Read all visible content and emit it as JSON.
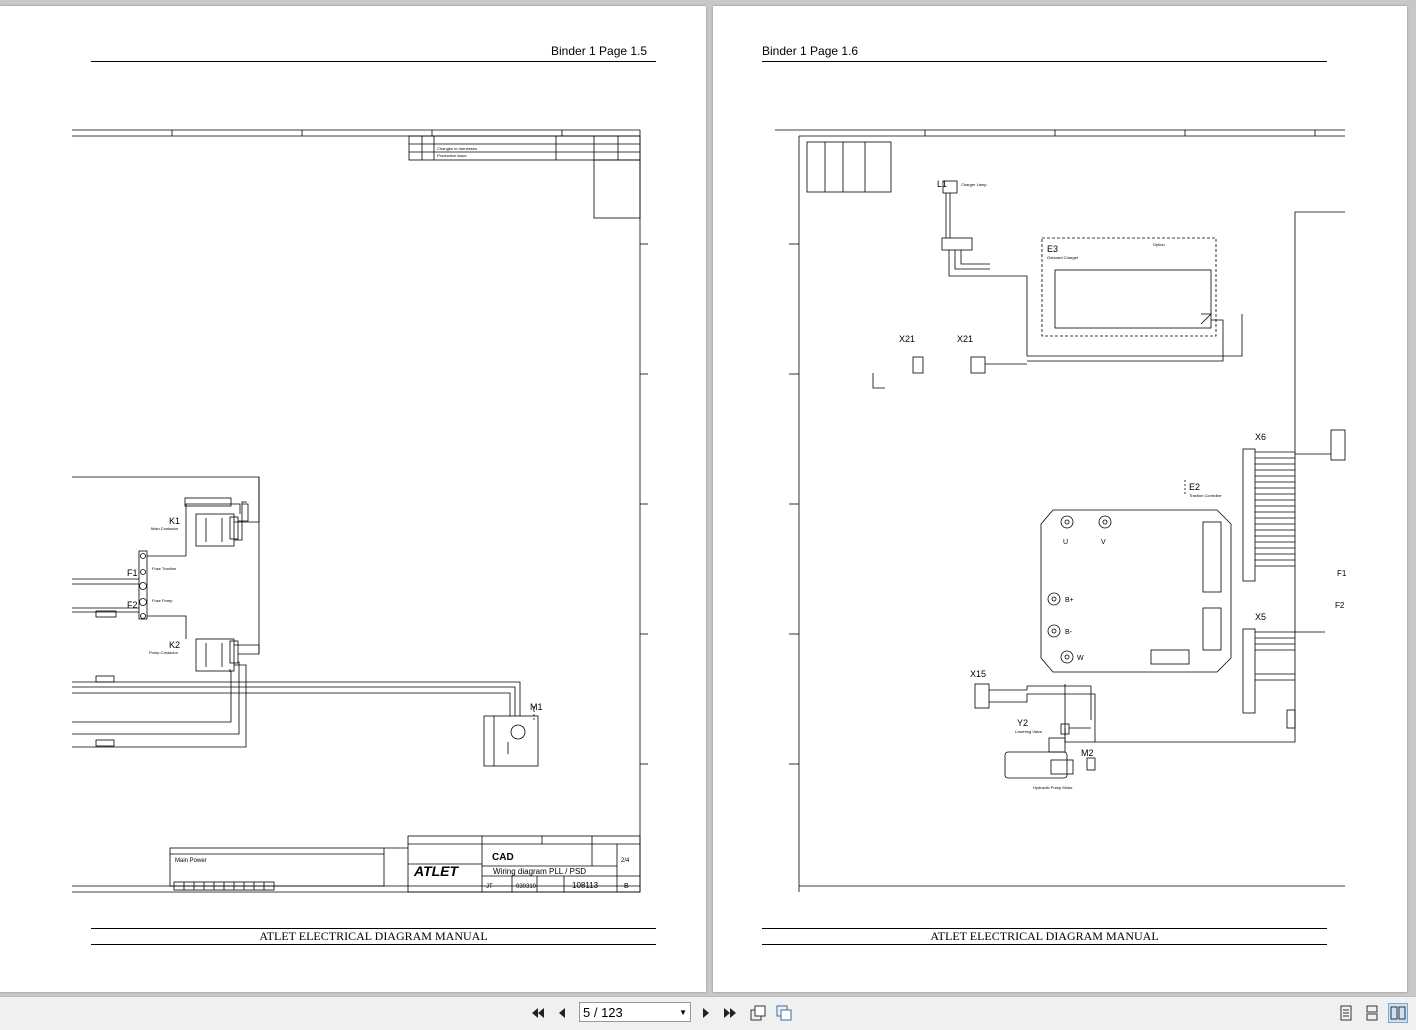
{
  "viewer": {
    "page_indicator": "5 / 123"
  },
  "left_page": {
    "header": "Binder 1   Page 1.5",
    "footer": "ATLET ELECTRICAL DIAGRAM MANUAL",
    "components": {
      "k1": "K1",
      "k1_desc": "Main Contactor",
      "k2": "K2",
      "k2_desc": "Pump Contactor",
      "f1": "F1",
      "f1_desc": "Fuse Traction",
      "f2": "F2",
      "f2_desc": "Fuse Pump",
      "m1": "M1"
    },
    "title_block": {
      "sheet_title": "Main Power",
      "brand": "ATLET",
      "cad": "CAD",
      "drawing_name": "Wiring diagram PLL / PSD",
      "drawing_no": "108113",
      "sheet": "2/4",
      "revision": "B",
      "drawn_by": "JT",
      "date": "030310"
    },
    "revision_block": {
      "row1": "Changes to harnesses",
      "row2": "Production issue"
    }
  },
  "right_page": {
    "header": "Binder 1   Page 1.6",
    "footer": "ATLET ELECTRICAL DIAGRAM MANUAL",
    "components": {
      "l1": "L1",
      "l1_desc": "Charger Lamp",
      "e3": "E3",
      "e3_desc": "Onboard Charger",
      "option": "Option",
      "x21a": "X21",
      "x21b": "X21",
      "x6": "X6",
      "x5": "X5",
      "e2": "E2",
      "e2_desc": "Traction Controller",
      "x15": "X15",
      "y2": "Y2",
      "y2_desc": "Lowering Valve",
      "m2": "M2",
      "m2_desc": "Hydraulic Pump Motor",
      "f1": "F1",
      "f2": "F2",
      "term_u": "U",
      "term_v": "V",
      "term_bp": "B+",
      "term_bm": "B-",
      "term_w": "W"
    }
  }
}
